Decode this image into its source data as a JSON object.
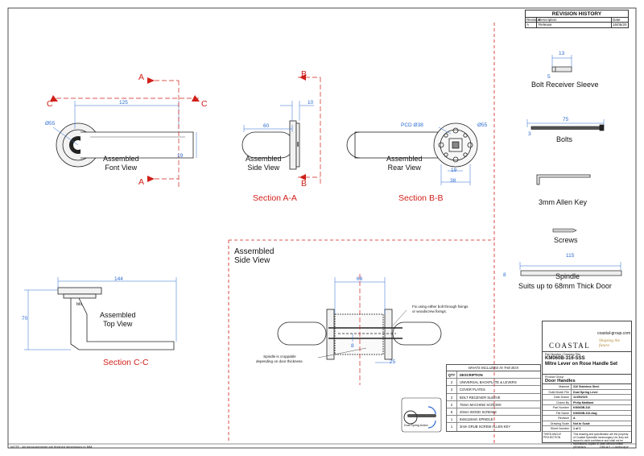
{
  "revision": {
    "title": "REVISION HISTORY",
    "headers": [
      "Revision",
      "Description",
      "Date"
    ],
    "rows": [
      [
        "A",
        "Release",
        "15/05/20"
      ]
    ]
  },
  "views": {
    "front": {
      "label": [
        "Assembled",
        "Font View"
      ],
      "dims": {
        "d55": "Ø55",
        "len125": "125",
        "h19": "19"
      }
    },
    "side": {
      "label": [
        "Assembled",
        "Side View"
      ],
      "dims": {
        "w60": "60",
        "t10": "10"
      }
    },
    "rear": {
      "label": [
        "Assembled",
        "Rear View"
      ],
      "dims": {
        "pcd": "PCD Ø38",
        "d55": "Ø55",
        "w19": "19",
        "w38": "38"
      }
    },
    "top": {
      "label": [
        "Assembled",
        "Top View"
      ],
      "dims": {
        "w144": "144",
        "h70": "70",
        "blu": "blu"
      }
    },
    "section_side": {
      "label": [
        "Assembled",
        "Side View"
      ],
      "dims": {
        "w68": "68",
        "d8": "8",
        "w25": "25"
      },
      "note_fix": [
        "Fix using either bolt through fixings",
        "or woodscrew fixings."
      ],
      "note_spindle": [
        "Spindle is croppable",
        "depending on door thickness."
      ]
    }
  },
  "sections": {
    "aa": "Section A-A",
    "bb": "Section B-B",
    "cc": "Section C-C"
  },
  "markers": {
    "a": "A",
    "b": "B",
    "c": "C"
  },
  "parts": {
    "bolt_receiver": {
      "label": "Bolt Receiver Sleeve",
      "d13": "13",
      "d5": "5"
    },
    "bolts": {
      "label": "Bolts",
      "d75": "75",
      "d3": "3"
    },
    "allen": {
      "label": "3mm Allen Key"
    },
    "screws": {
      "label": "Screws"
    },
    "spindle": {
      "label": "Spindle",
      "sub": "Suits up to 68mm Thick Door",
      "d115": "115",
      "d8": "8"
    }
  },
  "box": {
    "caption": "WHATS INCLUDED IN THE BOX",
    "headers": [
      "QTY",
      "DESCRIPTION"
    ],
    "rows": [
      [
        "2",
        "UNIVERSAL BACKPLATE & LEVERS"
      ],
      [
        "2",
        "COVER PLATES"
      ],
      [
        "2",
        "BOLT RECEIVER SLEEVE"
      ],
      [
        "2",
        "75mm MACHINE SCREWS"
      ],
      [
        "6",
        "20mm WOOD SCREWS"
      ],
      [
        "1",
        "8x8x115mm SPINDLE"
      ],
      [
        "1",
        "3mm GRUB SCREW ALLEN KEY"
      ]
    ]
  },
  "dual_spring": "Dual Spring Action",
  "titleblock": {
    "brand": "COASTAL",
    "web": "coastal-group.com",
    "tagline": "Shaping the future",
    "pn_caption": "Part Number / Drawing Title",
    "part_number": "KM060B-316-SSS",
    "title": "Mitre Lever on Rose Handle Set",
    "group_caption": "Product Group",
    "group": "Door Handles",
    "fields": [
      [
        "Material",
        "316 Stainless Steel"
      ],
      [
        "Solid Model File",
        "Dual Spring Lever"
      ],
      [
        "Date Drawn",
        "11/05/2020"
      ],
      [
        "Drawn By",
        "Philip Maitland"
      ],
      [
        "Part Number",
        "KM060B-316"
      ],
      [
        "File Name",
        "KM060B-316.dwg"
      ],
      [
        "Revision",
        "A"
      ],
      [
        "Drawing Scale",
        "Not to Scale"
      ],
      [
        "Sheet Number",
        "1 of 1"
      ]
    ],
    "projection": "THIRD ANGLE PROJECTION",
    "disclaimer": "This drawing and specification are the property of Coastal Specialist Ironmongery Ltd, they are issued in strict confidence and shall not be reproduced, copied or used without written permission."
  },
  "footer": {
    "left": "NOTE : All measurements are finished dimensions in MM.",
    "right": "DIN A3 - Landscape"
  }
}
